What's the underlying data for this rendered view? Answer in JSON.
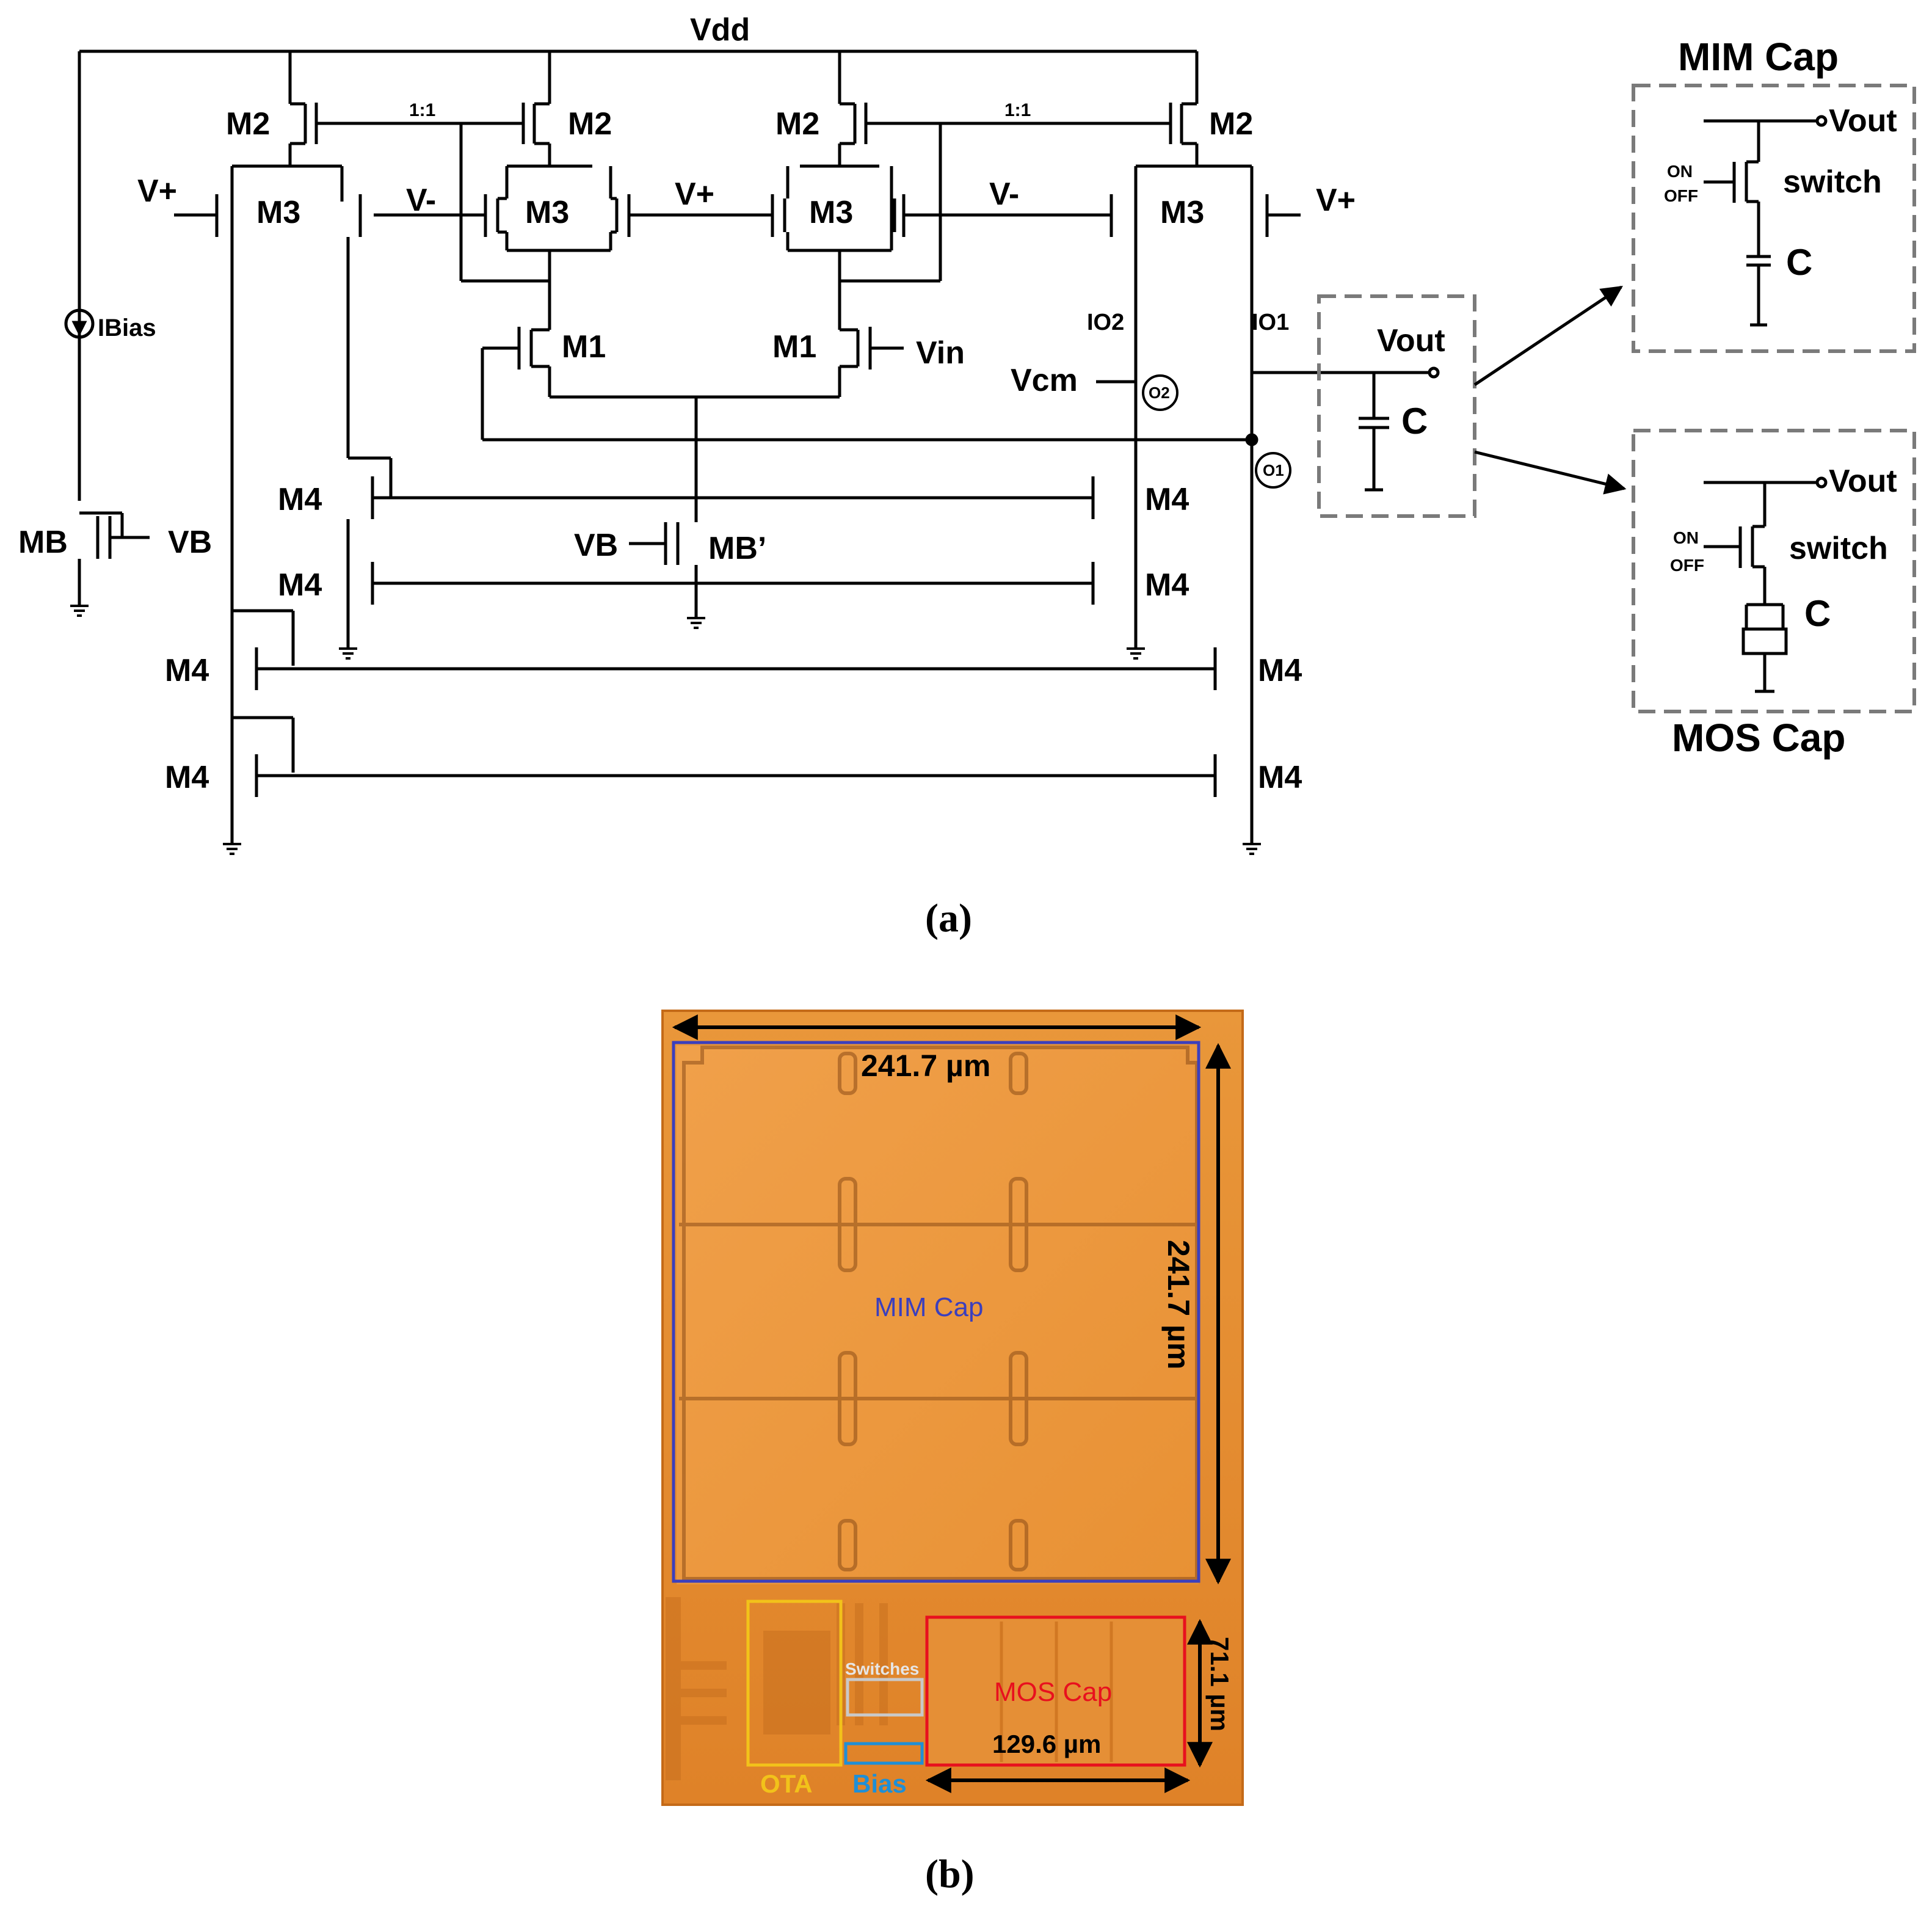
{
  "schematic": {
    "caption": "(a)",
    "labels": {
      "vdd": "Vdd",
      "m2": "M2",
      "m3": "M3",
      "m1": "M1",
      "m4": "M4",
      "mb": "MB",
      "mb_prime": "MB’",
      "vplus": "V+",
      "vminus": "V-",
      "vb": "VB",
      "vin": "Vin",
      "vcm": "Vcm",
      "vout": "Vout",
      "ibias": "IBias",
      "io1": "IO1",
      "io2": "IO2",
      "o1": "O1",
      "o2": "O2",
      "c": "C",
      "ratio": "1:1",
      "on": "ON",
      "off": "OFF",
      "switch": "switch"
    },
    "insets": {
      "mim_title": "MIM Cap",
      "mos_title": "MOS Cap"
    }
  },
  "die_photo": {
    "caption": "(b)",
    "dim_width": "241.7 µm",
    "dim_height": "241.7 µm",
    "dim_mos_h": "71.1 µm",
    "dim_mos_w": "129.6 µm",
    "regions": {
      "mim": "MIM Cap",
      "mos": "MOS Cap",
      "ota": "OTA",
      "bias": "Bias",
      "switches": "Switches"
    },
    "colors": {
      "mim": "#3b3fbd",
      "mos": "#e8101e",
      "ota": "#f2c21a",
      "bias": "#1f8fd6",
      "switches": "#c9c9c9",
      "die": "#e38a2c"
    }
  }
}
